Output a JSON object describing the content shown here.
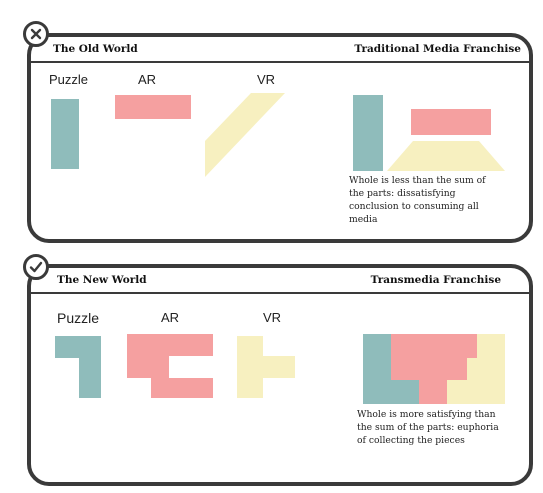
{
  "old_world": {
    "badge_icon": "x-icon",
    "title": "The Old World",
    "franchise": "Traditional Media Franchise",
    "labels": {
      "puzzle": "Puzzle",
      "ar": "AR",
      "vr": "VR"
    },
    "description": "Whole is less than the sum of the parts: dissatisfying conclusion to consuming all media"
  },
  "new_world": {
    "badge_icon": "checkmark-icon",
    "title": "The New World",
    "franchise": "Transmedia Franchise",
    "labels": {
      "puzzle": "Puzzle",
      "ar": "AR",
      "vr": "VR"
    },
    "description": "Whole is more satisfying than the sum of the parts: euphoria of collecting the pieces"
  },
  "colors": {
    "teal": "#8fbcbb",
    "pink": "#f5a0a0",
    "yellow": "#f7f0c0",
    "border": "#3a3a3a"
  }
}
